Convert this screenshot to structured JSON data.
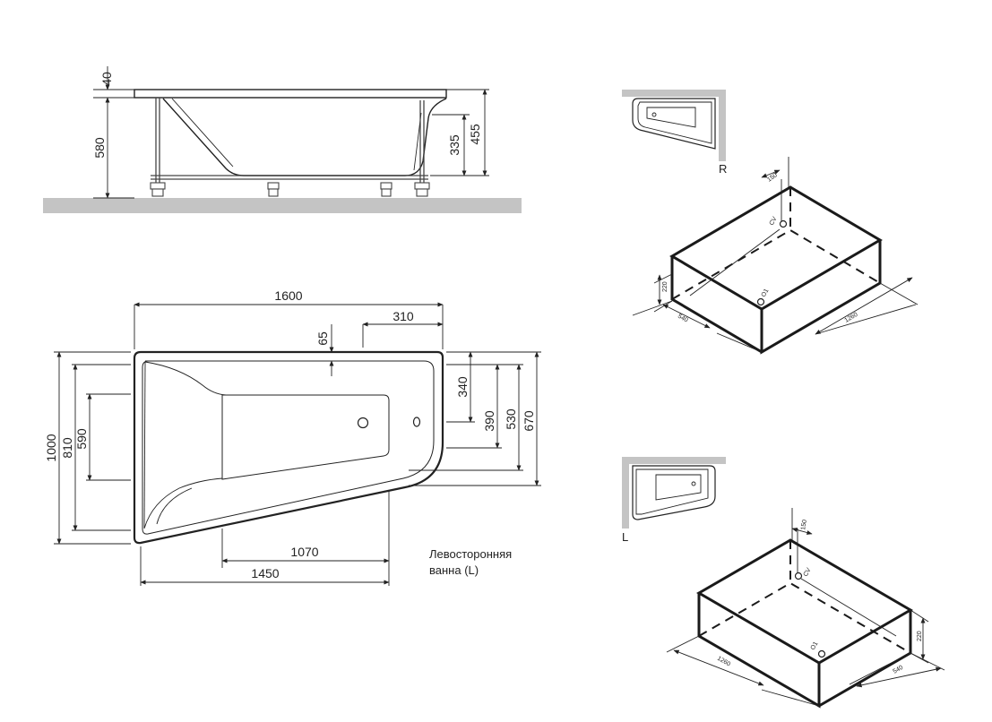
{
  "side_view": {
    "rim_thickness": "40",
    "total_height": "580",
    "inner_depth": "335",
    "rim_height": "455"
  },
  "top_view": {
    "length": "1600",
    "outlet_offset": "310",
    "rim_width": "65",
    "overall_width": "1000",
    "width_a": "810",
    "width_b": "590",
    "right_a": "340",
    "right_b": "390",
    "right_c": "530",
    "right_d": "670",
    "bottom_a": "1070",
    "bottom_b": "1450",
    "caption_line1": "Левосторонняя",
    "caption_line2": "ванна (L)"
  },
  "iso_right": {
    "side_label": "R",
    "drain_offset": "150",
    "cv": "CV",
    "o1": "O1",
    "height": "220",
    "depth": "540",
    "length": "1260"
  },
  "iso_left": {
    "side_label": "L",
    "drain_offset": "150",
    "cv": "CV",
    "o1": "O1",
    "height": "220",
    "depth": "540",
    "length": "1260"
  }
}
